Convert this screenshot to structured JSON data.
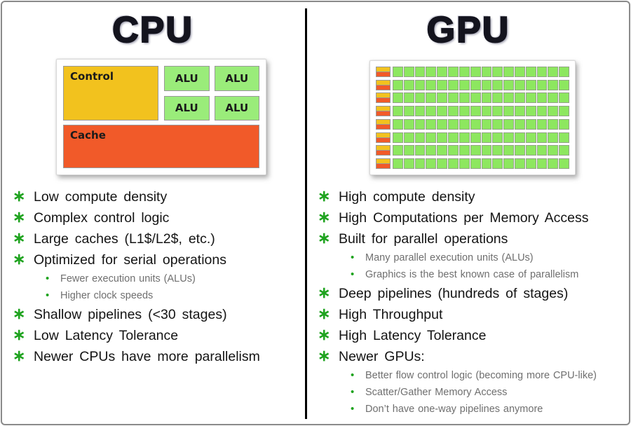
{
  "colors": {
    "control": "#F2C21E",
    "alu": "#9AEC7A",
    "cache": "#F15A29",
    "gpu_cell": "#8DE75F",
    "bullet_green": "#1FA31F",
    "divider": "#000000",
    "frame_border": "#8A8A8A"
  },
  "bullet_markers": {
    "level1": "∗",
    "level2": "•"
  },
  "cpu": {
    "title": "CPU",
    "diagram": {
      "control_label": "Control",
      "alu_label": "ALU",
      "cache_label": "Cache"
    },
    "bullets": [
      {
        "level": 1,
        "text": "Low compute density"
      },
      {
        "level": 1,
        "text": "Complex control logic"
      },
      {
        "level": 1,
        "text": "Large caches (L1$/L2$, etc.)"
      },
      {
        "level": 1,
        "text": "Optimized for serial operations"
      },
      {
        "level": 2,
        "text": "Fewer execution units (ALUs)"
      },
      {
        "level": 2,
        "text": "Higher clock speeds"
      },
      {
        "level": 1,
        "text": "Shallow pipelines (<30 stages)"
      },
      {
        "level": 1,
        "text": "Low Latency Tolerance"
      },
      {
        "level": 1,
        "text": "Newer CPUs have more parallelism"
      }
    ]
  },
  "gpu": {
    "title": "GPU",
    "diagram": {
      "rows": 8,
      "green_cells_per_row": 16
    },
    "bullets": [
      {
        "level": 1,
        "text": "High compute density"
      },
      {
        "level": 1,
        "text": "High Computations per Memory Access"
      },
      {
        "level": 1,
        "text": "Built for parallel operations"
      },
      {
        "level": 2,
        "text": "Many parallel execution units (ALUs)"
      },
      {
        "level": 2,
        "text": "Graphics is the best known case of parallelism"
      },
      {
        "level": 1,
        "text": "Deep pipelines (hundreds of stages)"
      },
      {
        "level": 1,
        "text": "High Throughput"
      },
      {
        "level": 1,
        "text": "High Latency Tolerance"
      },
      {
        "level": 1,
        "text": "Newer GPUs:"
      },
      {
        "level": 2,
        "text": "Better flow control logic (becoming more CPU-like)"
      },
      {
        "level": 2,
        "text": "Scatter/Gather Memory Access"
      },
      {
        "level": 2,
        "text": "Don’t have one-way pipelines anymore"
      }
    ]
  }
}
